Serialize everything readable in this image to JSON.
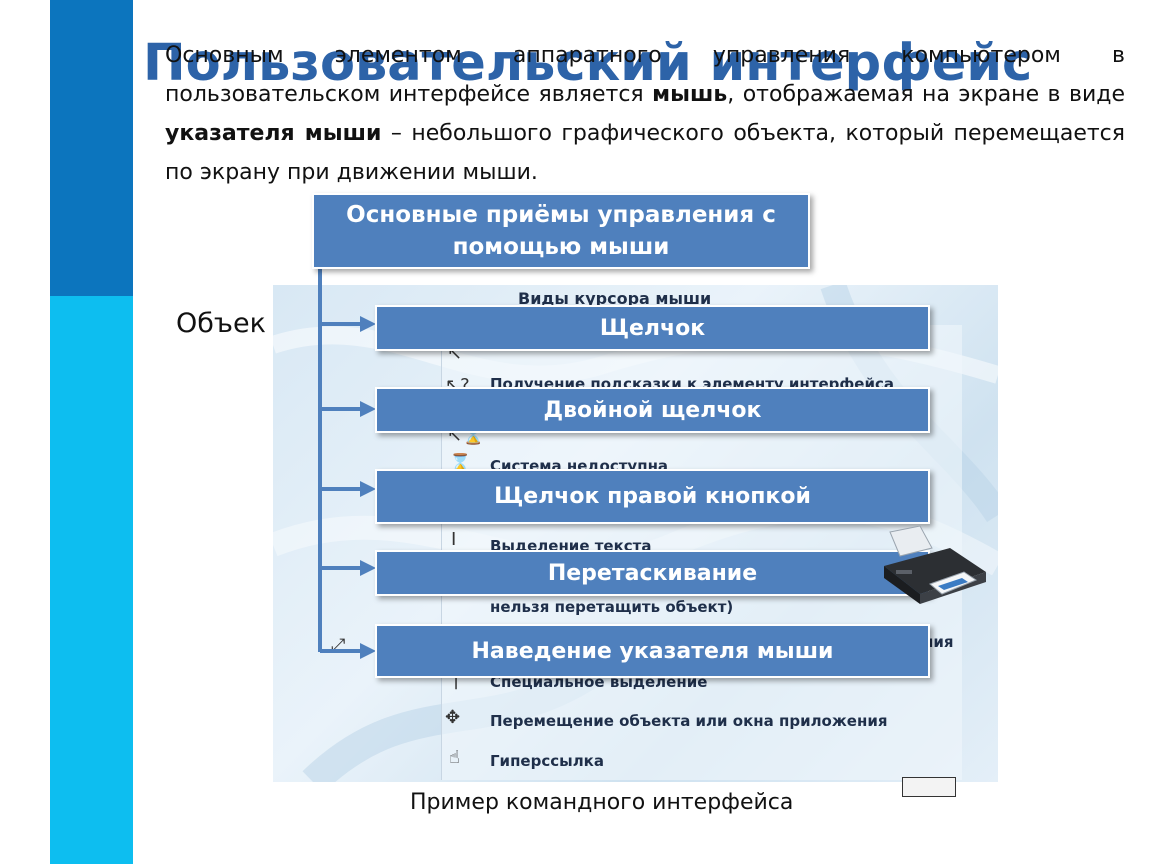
{
  "slide": {
    "title": "Пользовательский интерфейс",
    "intro": {
      "p1": "Основным элементом аппаратного управления компьютером в пользовательском интерфейсе является ",
      "b1": "мышь",
      "p2": ", отображаемая на экране в виде ",
      "b2": "указателя мыши",
      "p3": " – небольшого графического объекта, который перемещается по экрану при движении мыши."
    },
    "partial_text": "Объек",
    "caption": "Пример командного интерфейса"
  },
  "diagram": {
    "header": "Основные приёмы управления с помощью мыши",
    "items": [
      "Щелчок",
      "Двойной щелчок",
      "Щелчок правой кнопкой",
      "Перетаскивание",
      "Наведение указателя мыши"
    ],
    "box_color": "#4f80bd"
  },
  "background_image": {
    "panel_title": "Виды курсора мыши",
    "lines": [
      "Получение подсказки к элементу интерфейса",
      "Система недоступна",
      "Выделение текста",
      "нельзя перетащить объект)",
      "ния",
      "Специальное выделение",
      "Перемещение объекта или окна приложения",
      "Гиперссылка"
    ]
  }
}
